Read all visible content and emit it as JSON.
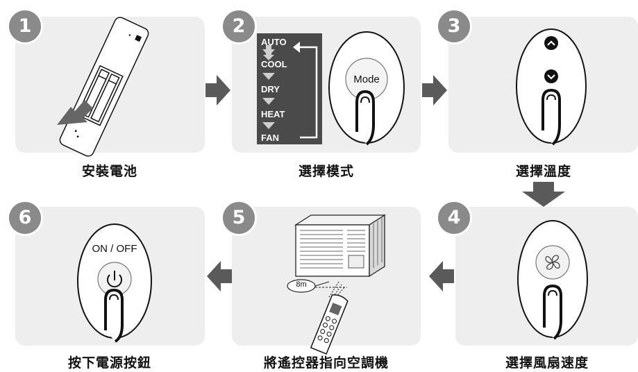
{
  "steps": [
    {
      "number": "1",
      "caption": "安裝電池"
    },
    {
      "number": "2",
      "caption": "選擇模式"
    },
    {
      "number": "3",
      "caption": "選擇溫度"
    },
    {
      "number": "4",
      "caption": "選擇風扇速度"
    },
    {
      "number": "5",
      "caption": "將遙控器指向空調機"
    },
    {
      "number": "6",
      "caption": "按下電源按鈕"
    }
  ],
  "modes": [
    "AUTO",
    "COOL",
    "DRY",
    "HEAT",
    "FAN"
  ],
  "mode_button": "Mode",
  "power_label": "ON / OFF",
  "distance_label": "8m",
  "colors": {
    "panel": "#eeeeee",
    "badge": "#8a8a8a",
    "arrow": "#5a5a5a",
    "mode_box": "#4a4a4a"
  }
}
